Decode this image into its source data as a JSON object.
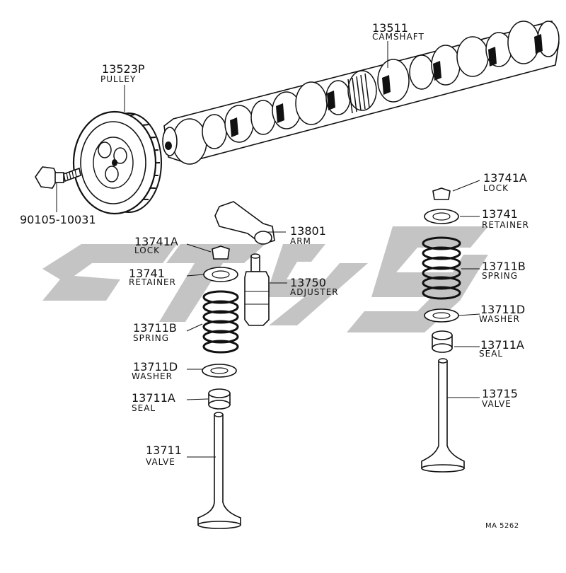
{
  "callouts": {
    "camshaft": {
      "part_no": "13511",
      "name": "CAMSHAFT"
    },
    "pulley": {
      "part_no": "13523P",
      "name": "PULLEY"
    },
    "bolt": {
      "part_no": "90105-10031"
    },
    "arm": {
      "part_no": "13801",
      "name": "ARM"
    },
    "adjuster": {
      "part_no": "13750",
      "name": "ADJUSTER"
    },
    "lock_left": {
      "part_no": "13741A",
      "name": "LOCK"
    },
    "retainer_left": {
      "part_no": "13741",
      "name": "RETAINER"
    },
    "spring_left": {
      "part_no": "13711B",
      "name": "SPRING"
    },
    "washer_left": {
      "part_no": "13711D",
      "name": "WASHER"
    },
    "seal_left": {
      "part_no": "13711A",
      "name": "SEAL"
    },
    "valve_left": {
      "part_no": "13711",
      "name": "VALVE"
    },
    "lock_right": {
      "part_no": "13741A",
      "name": "LOCK"
    },
    "retainer_right": {
      "part_no": "13741",
      "name": "RETAINER"
    },
    "spring_right": {
      "part_no": "13711B",
      "name": "SPRING"
    },
    "washer_right": {
      "part_no": "13711D",
      "name": "WASHER"
    },
    "seal_right": {
      "part_no": "13711A",
      "name": "SEAL"
    },
    "valve_right": {
      "part_no": "13715",
      "name": "VALVE"
    }
  },
  "figure_ref": "MA 5262",
  "colors": {
    "ink": "#111111",
    "watermark": "#c4c4c4",
    "background": "#ffffff"
  }
}
